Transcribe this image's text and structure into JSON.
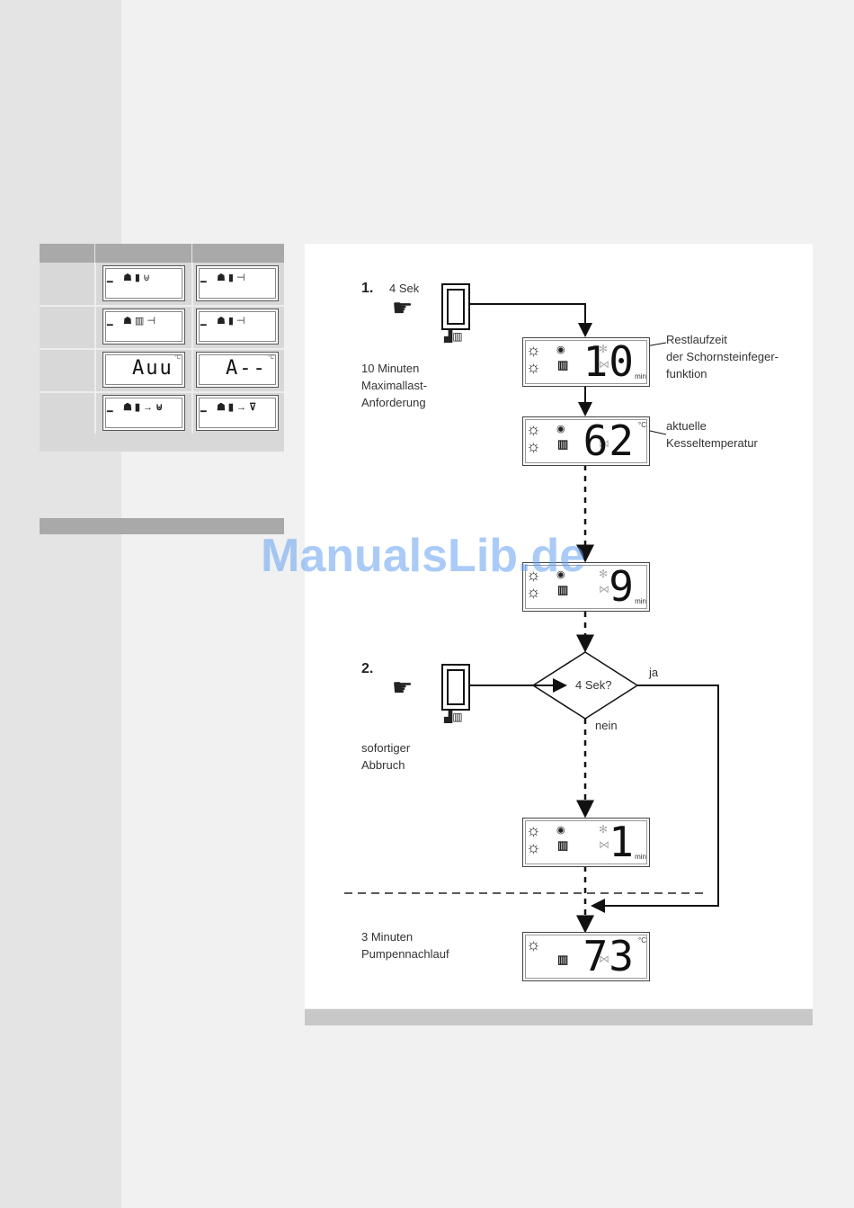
{
  "watermark": "ManualsLib.de",
  "left_table": {
    "rows": [
      {
        "cells": [
          {
            "icons": "☗ ▮ ⊎",
            "segments": ""
          },
          {
            "icons": "☗ ▮ ⊣",
            "segments": ""
          }
        ]
      },
      {
        "cells": [
          {
            "icons": "☗ ▥ ⊣",
            "segments": ""
          },
          {
            "icons": "☗ ▮ ⊣",
            "segments": ""
          }
        ]
      },
      {
        "cells": [
          {
            "icons": "",
            "segments": "Auu"
          },
          {
            "icons": "",
            "segments": "A--"
          }
        ]
      },
      {
        "cells": [
          {
            "icons": "☗ ▮ → ⊎",
            "segments": ""
          },
          {
            "icons": "☗ ▮ → ⊽",
            "segments": ""
          }
        ]
      }
    ],
    "deg_unit": "°C"
  },
  "diagram": {
    "step1": {
      "number": "1.",
      "duration": "4 Sek"
    },
    "step1_note": [
      "10 Minuten",
      "Maximallast-",
      "Anforderung"
    ],
    "displays": [
      {
        "value": "10",
        "unit": "min"
      },
      {
        "value": "62",
        "unit": "°C"
      },
      {
        "value": "9",
        "unit": "min"
      },
      {
        "value": "1",
        "unit": "min"
      },
      {
        "value": "73",
        "unit": "°C"
      }
    ],
    "annotation1": [
      "Restlaufzeit",
      "der Schornsteinfeger-",
      "funktion"
    ],
    "annotation2": [
      "aktuelle",
      "Kesseltemperatur"
    ],
    "step2": {
      "number": "2."
    },
    "step2_note": [
      "sofortiger",
      "Abbruch"
    ],
    "decision": {
      "question": "4 Sek?",
      "yes": "ja",
      "no": "nein"
    },
    "step3_note": [
      "3 Minuten",
      "Pumpennachlauf"
    ]
  }
}
